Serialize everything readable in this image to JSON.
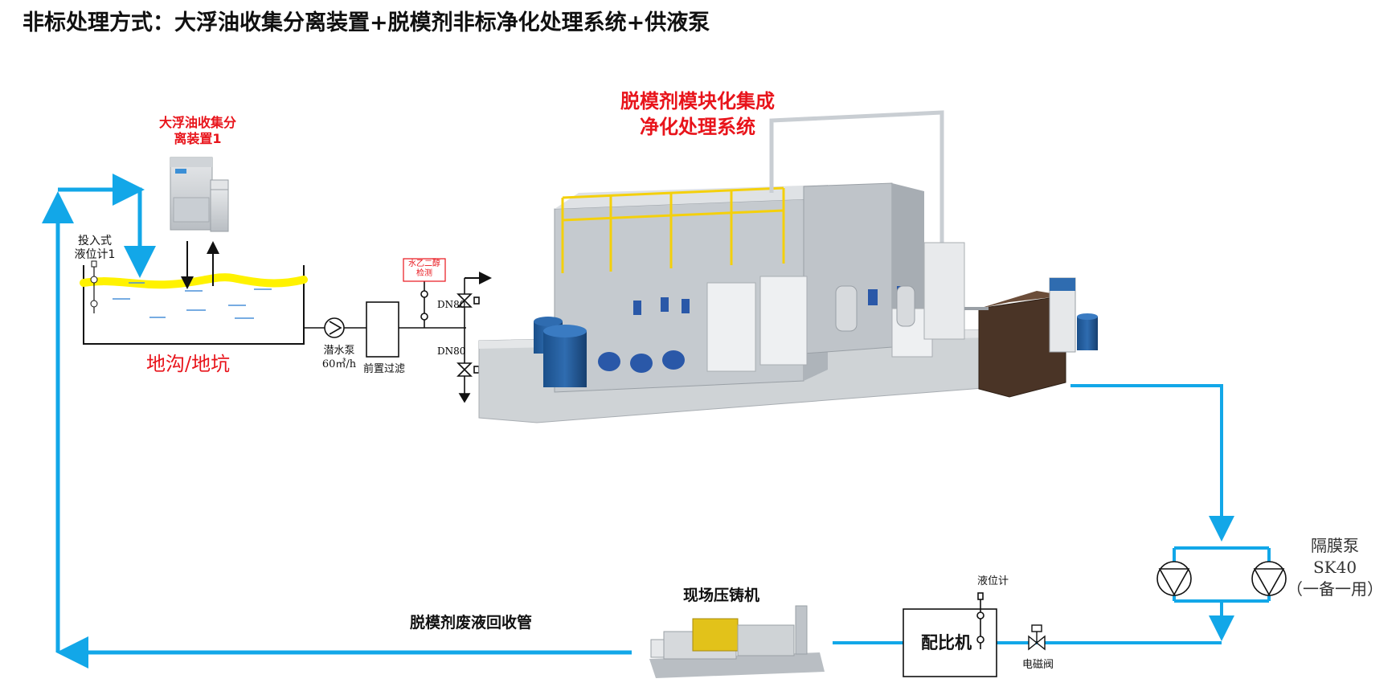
{
  "title": "非标处理方式：大浮油收集分离装置+脱模剂非标净化处理系统+供液泵",
  "oil_separator": {
    "label_line1": "大浮油收集分",
    "label_line2": "离装置1"
  },
  "purification_system": {
    "label_line1": "脱模剂模块化集成",
    "label_line2": "净化处理系统"
  },
  "pit": {
    "label": "地沟/地坑"
  },
  "level_meter_1": {
    "label_line1": "投入式",
    "label_line2": "液位计1"
  },
  "submersible_pump": {
    "label_line1": "潜水泵",
    "label_line2": "60㎥/h"
  },
  "prefilter": {
    "label": "前置过滤"
  },
  "detection": {
    "label_line1": "水乙二醇",
    "label_line2": "检测"
  },
  "valve_top": {
    "label": "DN80"
  },
  "valve_bottom": {
    "label": "DN80"
  },
  "diaphragm_pump": {
    "label_line1": "隔膜泵",
    "label_line2": "SK40",
    "label_line3": "（一备一用）"
  },
  "level_meter_2": {
    "label": "液位计"
  },
  "mixer": {
    "label": "配比机"
  },
  "solenoid_valve": {
    "label": "电磁阀"
  },
  "die_casting": {
    "label": "现场压铸机"
  },
  "return_pipe": {
    "label": "脱模剂废液回收管"
  },
  "colors": {
    "pipe": "#12a7e8",
    "accent_red": "#e8141b",
    "oil": "#fff200",
    "water": "#4a90d9"
  }
}
